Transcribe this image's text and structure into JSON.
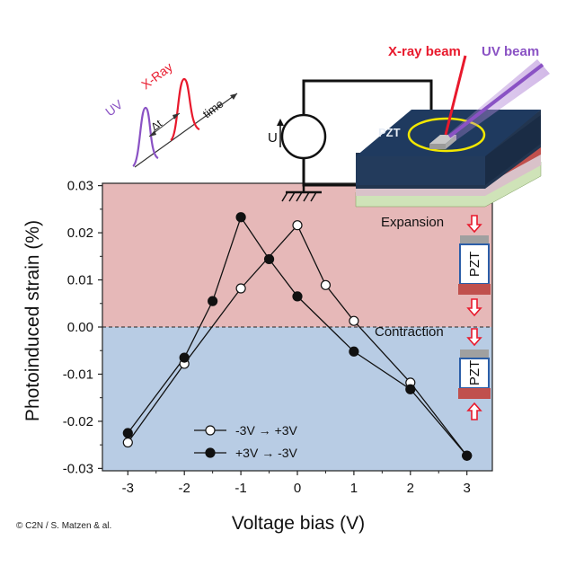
{
  "chart_data": {
    "type": "line",
    "xlabel": "Voltage bias (V)",
    "ylabel": "Photoinduced strain (%)",
    "xlim": [
      -3.45,
      3.45
    ],
    "ylim": [
      -0.0305,
      0.0305
    ],
    "xticks": [
      -3,
      -2,
      -1,
      0,
      1,
      2,
      3
    ],
    "xtick_labels": [
      "-3",
      "-2",
      "-1",
      "0",
      "1",
      "2",
      "3"
    ],
    "yticks": [
      0.03,
      0.02,
      0.01,
      0.0,
      -0.01,
      -0.02,
      -0.03
    ],
    "ytick_labels": [
      "0.03",
      "0.02",
      "0.01",
      "0.00",
      "-0.01",
      "-0.02",
      "-0.03"
    ],
    "regions": [
      {
        "name": "expansion",
        "from": 0,
        "to": 0.03,
        "color": "#e6b8b8"
      },
      {
        "name": "contraction",
        "from": -0.03,
        "to": 0,
        "color": "#b8cce4"
      }
    ],
    "zero_line": "dashed",
    "legend_position": "bottom-left",
    "series": [
      {
        "name": "-3V → +3V",
        "marker": "open-circle",
        "x": [
          -3,
          -2,
          -1,
          0,
          0.5,
          1,
          2,
          3
        ],
        "y": [
          -0.0245,
          -0.0078,
          0.0082,
          0.0216,
          0.0089,
          0.0013,
          -0.0118,
          -0.0273
        ]
      },
      {
        "name": "+3V → -3V",
        "marker": "filled-circle",
        "x": [
          3,
          2,
          1,
          0,
          -0.5,
          -1,
          -1.5,
          -2,
          -3
        ],
        "y": [
          -0.0273,
          -0.0132,
          -0.0052,
          0.0065,
          0.0144,
          0.0233,
          0.0055,
          -0.0065,
          -0.0225
        ]
      }
    ]
  },
  "annotations": {
    "expansion": "Expansion",
    "contraction": "Contraction",
    "pzt_device": "PZT",
    "pzt_top": "PZT",
    "pzt_bottom": "PZT",
    "xray_beam": "X-ray beam",
    "uv_beam": "UV beam",
    "voltage_symbol": "U",
    "pulse_uv": "UV",
    "pulse_xray": "X-Ray",
    "pulse_delay": "Δt",
    "pulse_time": "time"
  },
  "credit": "© C2N / S. Matzen & al.",
  "colors": {
    "expansion_bg": "#e6b8b8",
    "contraction_bg": "#b8cce4",
    "xray": "#e8192c",
    "uv": "#8a52c4",
    "device_top": "#1f3a5f",
    "ring": "#f2e700",
    "arrow": "#e8192c"
  }
}
